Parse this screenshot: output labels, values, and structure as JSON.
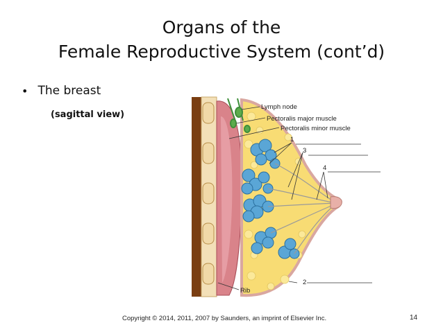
{
  "slide": {
    "title_line1": "Organs of the",
    "title_line2": "Female Reproductive System (cont’d)",
    "bullet": "The breast",
    "subtext": "(sagittal view)",
    "footer": "Copyright © 2014, 2011, 2007 by Saunders, an imprint of Elsevier Inc.",
    "page_number": "14"
  },
  "figure": {
    "labels": {
      "lymph_node": "Lymph node",
      "pectoralis_major": "Pectoralis major muscle",
      "pectoralis_minor": "Pectoralis minor muscle",
      "rib": "Rib",
      "num1": "1",
      "num2": "2",
      "num3": "3",
      "num4": "4"
    }
  }
}
